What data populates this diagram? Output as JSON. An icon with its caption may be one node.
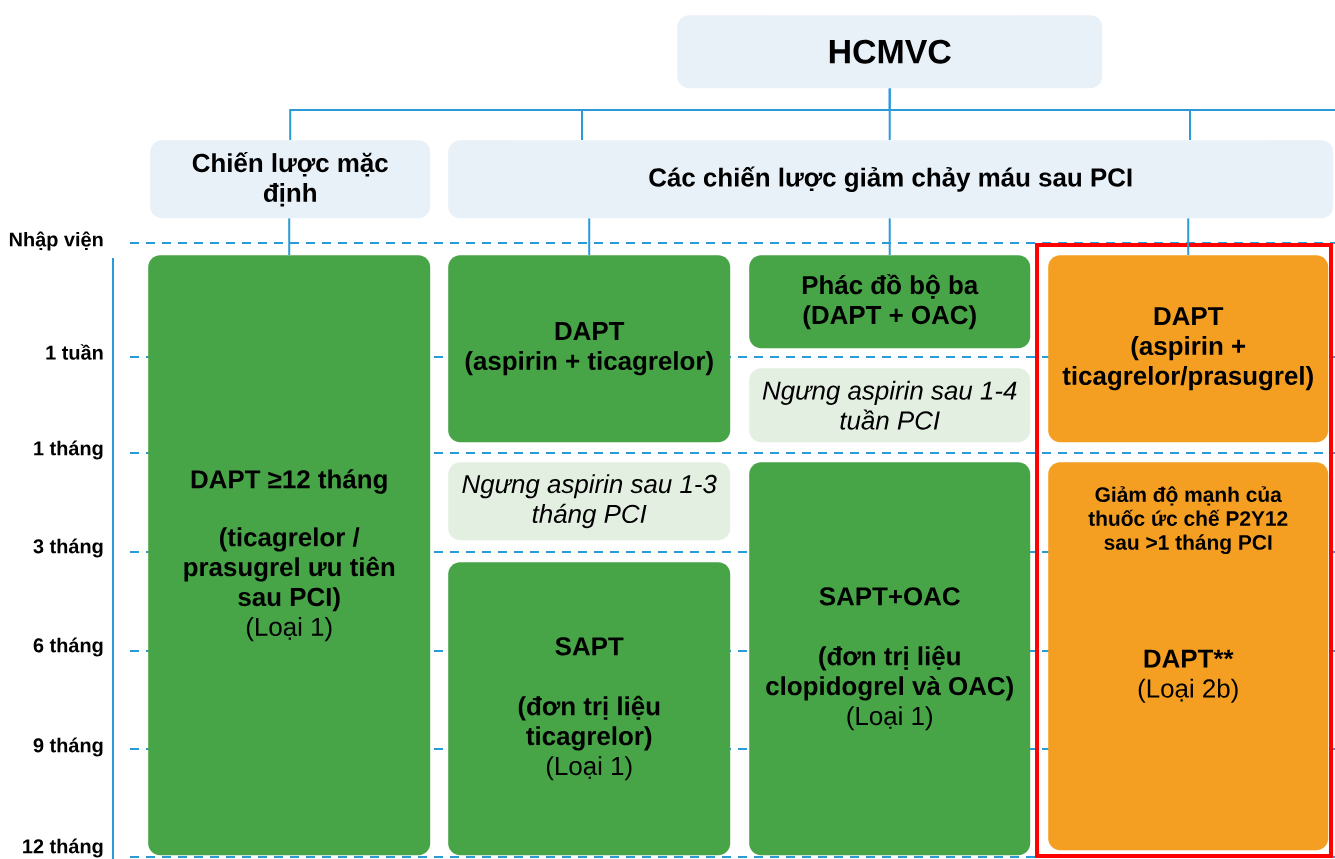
{
  "diagram": {
    "nodes": [
      {
        "text": [
          "HCMVC"
        ]
      },
      {
        "text": [
          "Chiến lược mặc định"
        ]
      },
      {
        "text": [
          "Các chiến lược giảm chảy máu sau PCI"
        ]
      },
      {
        "text": [
          "DAPT ≥12 tháng",
          "(ticagrelor / prasugrel ưu tiên sau PCI)",
          "(Loại 1)"
        ]
      },
      {
        "text": [
          "DAPT",
          "(aspirin + ticagrelor)"
        ]
      },
      {
        "text": [
          "Ngưng aspirin sau 1-3 tháng PCI"
        ]
      },
      {
        "text": [
          "SAPT",
          "(đơn trị liệu ticagrelor)",
          "(Loại 1)"
        ]
      },
      {
        "text": [
          "Phác đồ bộ ba",
          "(DAPT + OAC)"
        ]
      },
      {
        "text": [
          "Ngưng aspirin sau 1-4 tuần PCI"
        ]
      },
      {
        "text": [
          "SAPT+OAC",
          "(đơn trị liệu clopidogrel và OAC)",
          "(Loại 1)"
        ]
      },
      {
        "text": [
          "DAPT",
          "(aspirin + ticagrelor/prasugrel)"
        ]
      },
      {
        "text": [
          "Giảm độ mạnh của thuốc ức chế P2Y12 sau >1 tháng PCI",
          "DAPT**",
          "(Loại 2b)"
        ]
      }
    ],
    "edges": [
      {
        "from": 0,
        "to": 1,
        "arrow": "none"
      },
      {
        "from": 0,
        "to": 2,
        "arrow": "none"
      },
      {
        "from": 1,
        "to": 3,
        "arrow": "none"
      },
      {
        "from": 2,
        "to": 4,
        "arrow": "none"
      },
      {
        "from": 2,
        "to": 7,
        "arrow": "none"
      },
      {
        "from": 2,
        "to": 10,
        "arrow": "none"
      }
    ],
    "labels": [
      "Nhập viện",
      "1 tuần",
      "1 tháng",
      "3 tháng",
      "6 tháng",
      "9 tháng",
      "12 tháng"
    ]
  }
}
